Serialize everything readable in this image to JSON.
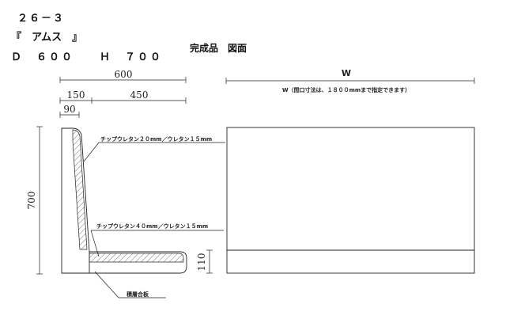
{
  "header": {
    "code": "２６－３",
    "name": "『　アムス　』",
    "size": "Ｄ　６００　　Ｈ　７００",
    "drawing_title": "完成品　図面"
  },
  "dimensions": {
    "depth_total": "600",
    "back_depth": "150",
    "seat_depth": "450",
    "back_top": "90",
    "height": "700",
    "base_height": "110",
    "width": "W",
    "width_note": "W（間口寸法は、１８００mmまで指定できます）"
  },
  "callouts": {
    "back_cushion": "チップウレタン２０mm／ウレタン１５mm",
    "seat_cushion": "チップウレタン４０mm／ウレタン１５mm",
    "plywood": "積層合板"
  },
  "colors": {
    "line": "#222222",
    "hatch": "#555555",
    "background": "#ffffff"
  }
}
